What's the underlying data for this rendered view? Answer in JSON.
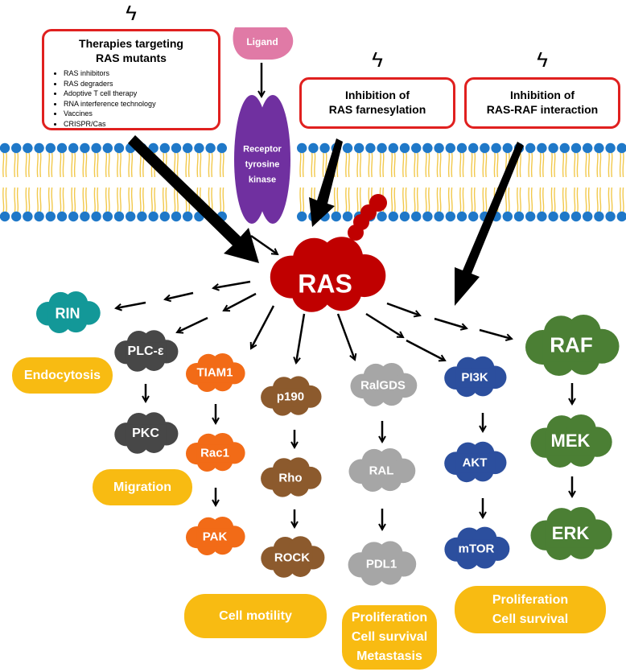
{
  "therapies_box": {
    "title_line1": "Therapies targeting",
    "title_line2": "RAS mutants",
    "items": [
      "RAS inhibitors",
      "RAS degraders",
      "Adoptive T cell therapy",
      "RNA interference  technology",
      "Vaccines",
      "CRISPR/Cas"
    ]
  },
  "farnesylation_box": {
    "line1": "Inhibition of",
    "line2": "RAS farnesylation"
  },
  "raf_interaction_box": {
    "line1": "Inhibition of",
    "line2": "RAS-RAF interaction"
  },
  "ligand": "Ligand",
  "receptor": {
    "line1": "Receptor",
    "line2": "tyrosine",
    "line3": "kinase"
  },
  "ras": "RAS",
  "nodes": {
    "rin": "RIN",
    "plc": "PLC-ε",
    "pkc": "PKC",
    "tiam1": "TIAM1",
    "rac1": "Rac1",
    "pak": "PAK",
    "p190": "p190",
    "rho": "Rho",
    "rock": "ROCK",
    "ralgds": "RalGDS",
    "ral": "RAL",
    "pdl1": "PDL1",
    "pi3k": "PI3K",
    "akt": "AKT",
    "mtor": "mTOR",
    "raf": "RAF",
    "mek": "MEK",
    "erk": "ERK"
  },
  "outcomes": {
    "endocytosis": "Endocytosis",
    "migration": "Migration",
    "cell_motility": "Cell motility",
    "ral_line1": "Proliferation",
    "ral_line2": "Cell survival",
    "ral_line3": "Metastasis",
    "pi3k_line1": "Proliferation",
    "pi3k_line2": "Cell survival"
  },
  "colors": {
    "ras": "#c00000",
    "rin": "#139898",
    "plc": "#474747",
    "tiam1": "#f26b17",
    "p190": "#8c5a2d",
    "ralgds": "#a6a6a6",
    "pi3k": "#2c4f9e",
    "raf": "#4b7f34",
    "outcome": "#f8bb12",
    "receptor": "#7030a0",
    "ligand": "#e07aa6",
    "membrane_head": "#1f78c8",
    "membrane_tail": "#f2c94c",
    "inhibitor_border": "#e0201f"
  },
  "icons": [
    "lightning-bolt-icon"
  ]
}
